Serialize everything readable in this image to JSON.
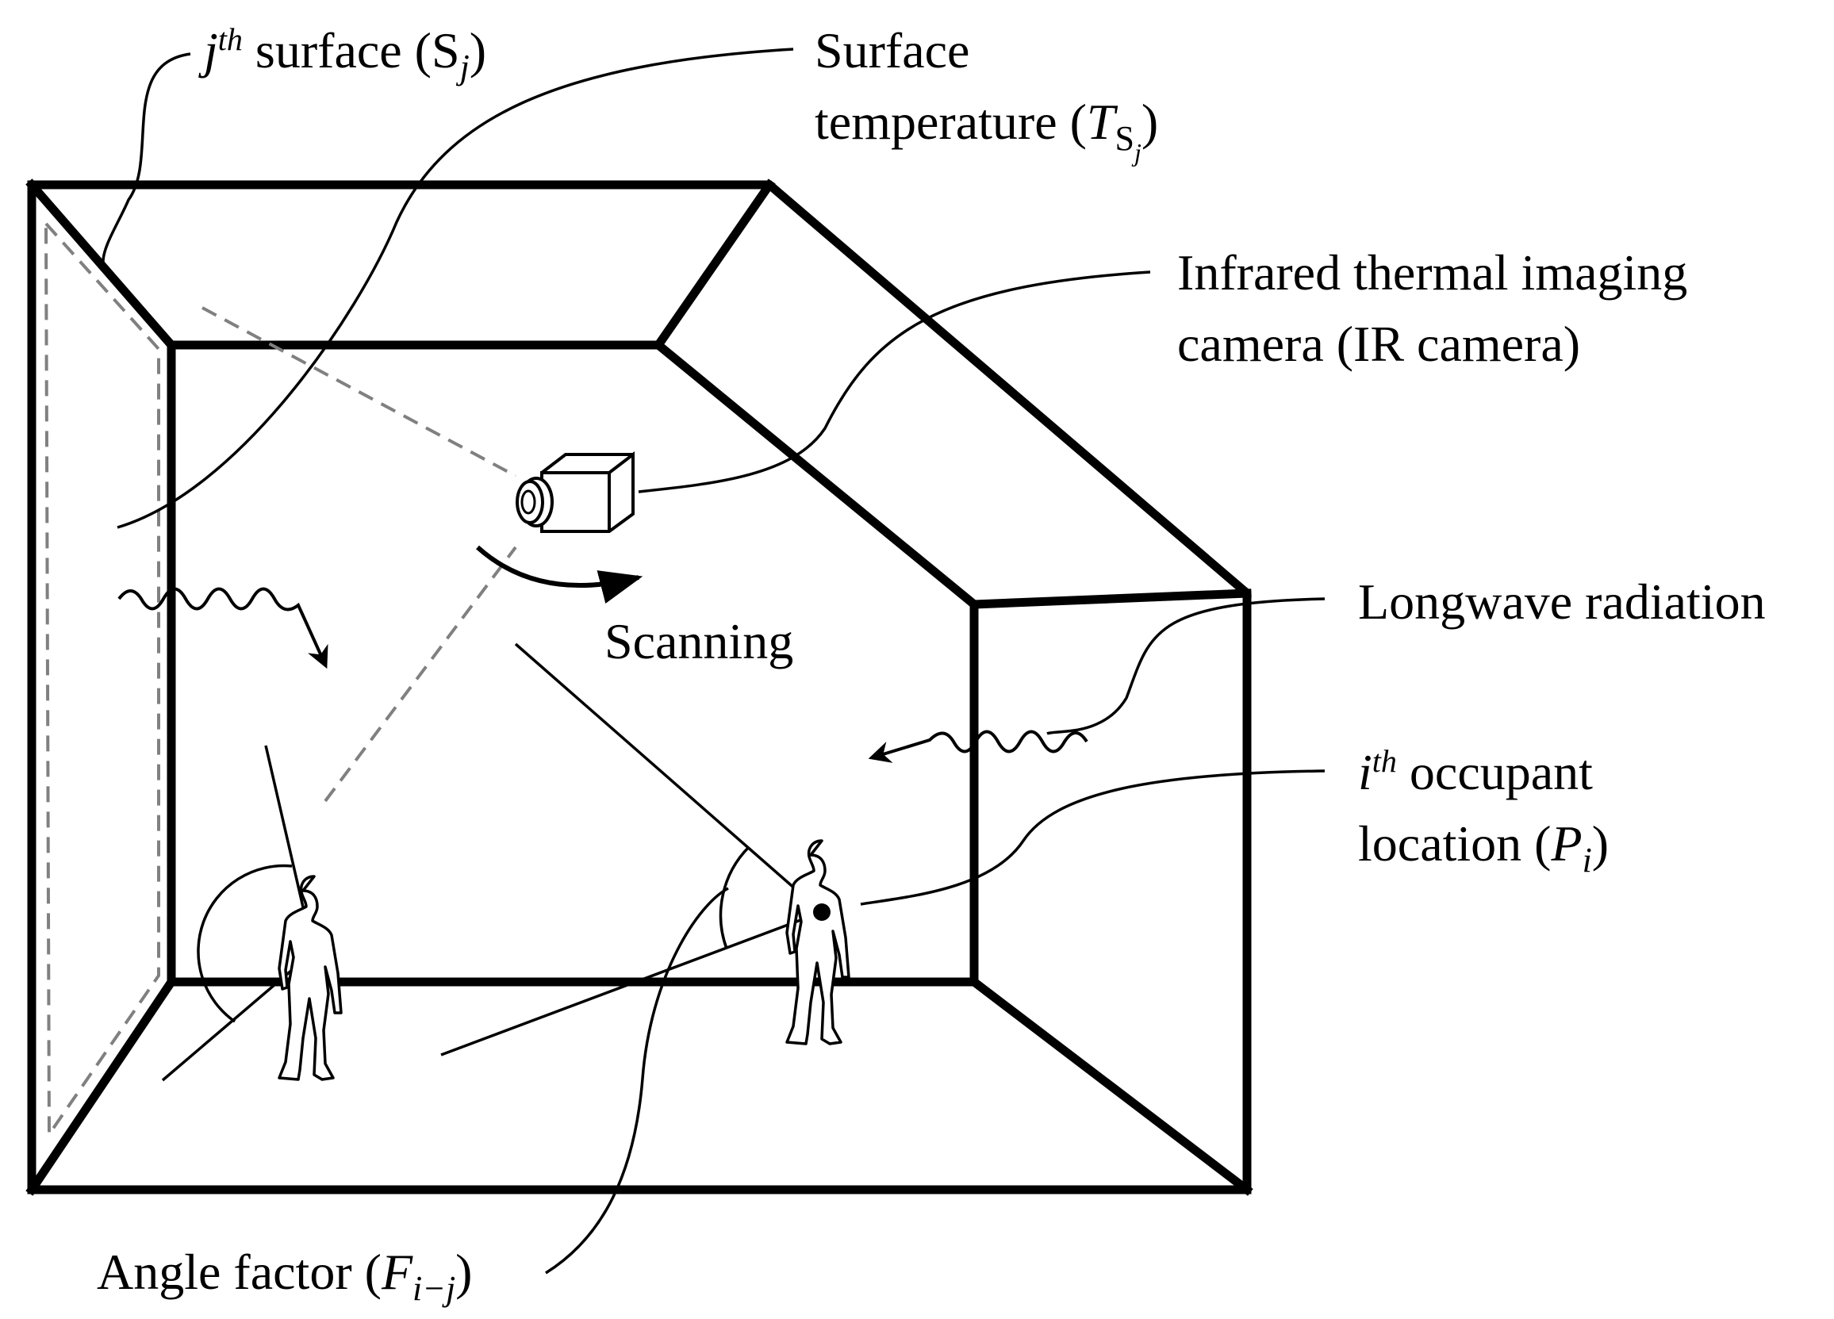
{
  "labels": {
    "surface": {
      "prefix": "j",
      "sup": "th",
      "text": " surface (S",
      "sub": "j",
      "close": ")"
    },
    "surface_temperature": {
      "line1": "Surface",
      "line2": "temperature (",
      "var": "T",
      "sub1": "S",
      "sub2": "j",
      "close": ")"
    },
    "ir_camera": {
      "line1": "Infrared  thermal  imaging",
      "line2": "camera (IR camera)"
    },
    "longwave": {
      "text": "Longwave  radiation"
    },
    "scanning": {
      "text": "Scanning"
    },
    "occupant": {
      "var": "i",
      "sup": "th",
      "line1_rest": " occupant",
      "line2": "location (",
      "var2": "P",
      "sub": "i",
      "close": ")"
    },
    "angle_factor": {
      "text": "Angle  factor (",
      "var": "F",
      "sub": "i−j",
      "close": ")"
    }
  },
  "icons": {
    "camera": "ir-camera-icon",
    "occupant_left": "person-icon",
    "occupant_right": "person-icon",
    "wave_left": "radiation-wave-icon",
    "wave_right": "radiation-wave-icon",
    "scan_arrow": "curved-arrow-icon"
  },
  "colors": {
    "line": "#000000",
    "dashed": "#808080",
    "background": "#ffffff"
  }
}
